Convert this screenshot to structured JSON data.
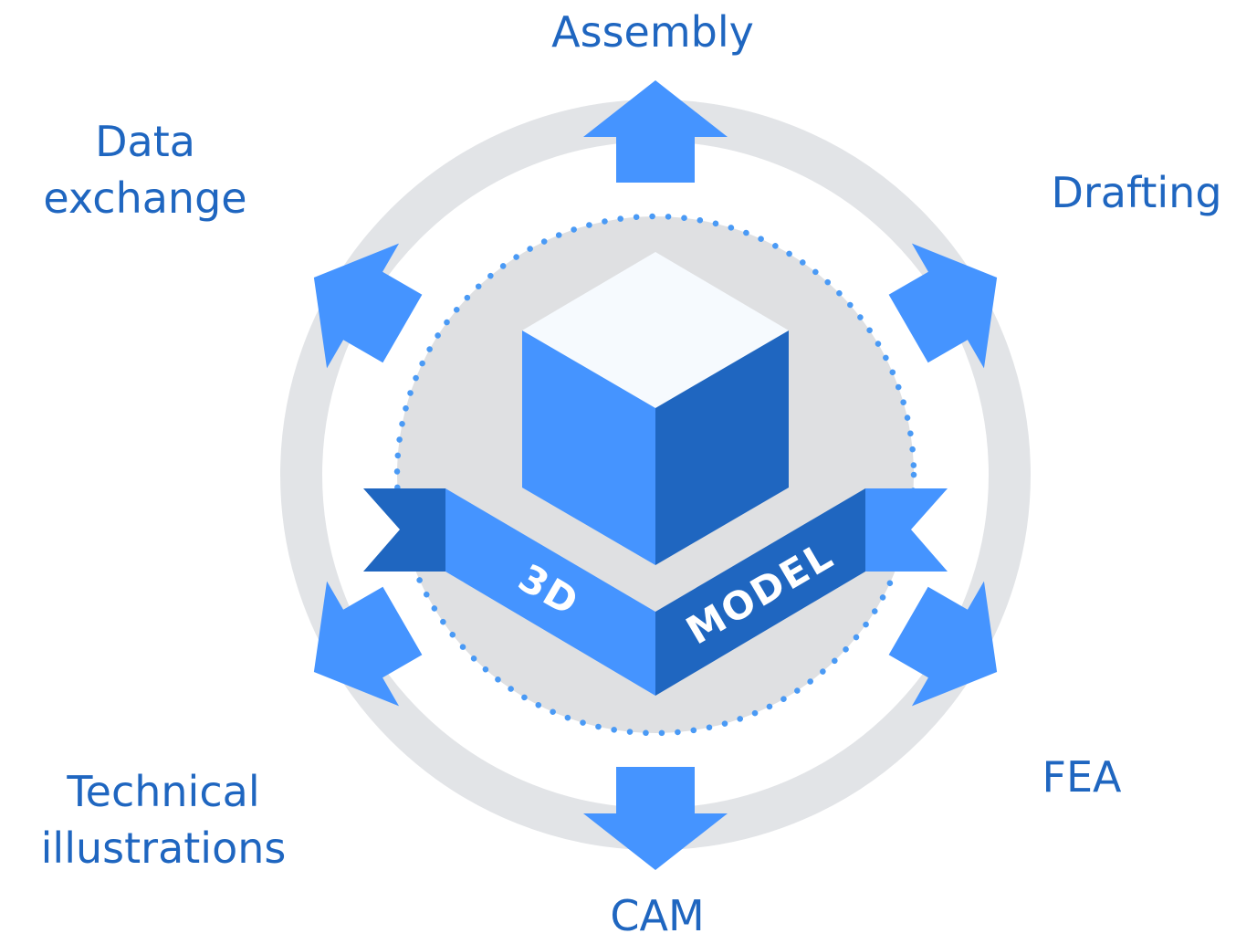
{
  "center": {
    "ribbon_left": "3D",
    "ribbon_right": "MODEL"
  },
  "outputs": {
    "assembly": "Assembly",
    "drafting": "Drafting",
    "fea": "FEA",
    "cam": "CAM",
    "technical_illustrations": [
      "Technical",
      "illustrations"
    ],
    "data_exchange": [
      "Data",
      "exchange"
    ]
  },
  "colors": {
    "arrow": "#4594ff",
    "ribbon_dark": "#1f66c0",
    "ring": "#e2e4e7",
    "inner_circle": "#dfe0e2",
    "dots": "#4a9af5",
    "text": "#1f66c0"
  }
}
